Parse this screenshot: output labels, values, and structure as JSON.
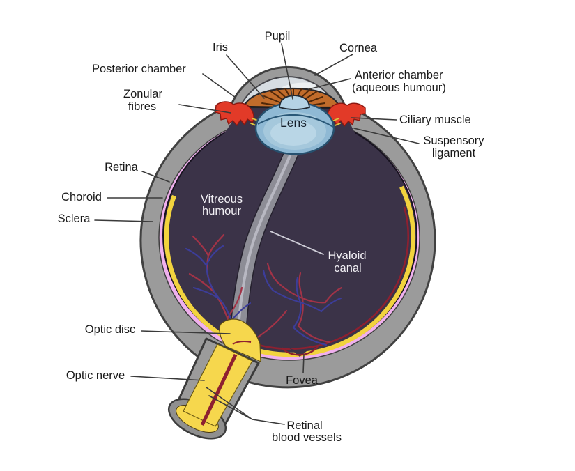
{
  "labels": {
    "pupil": {
      "l1": "Pupil"
    },
    "iris": {
      "l1": "Iris"
    },
    "cornea": {
      "l1": "Cornea"
    },
    "posterior_chamber": {
      "l1": "Posterior chamber"
    },
    "anterior_chamber": {
      "l1": "Anterior chamber",
      "l2": "(aqueous humour)"
    },
    "zonular_fibres": {
      "l1": "Zonular",
      "l2": "fibres"
    },
    "ciliary_muscle": {
      "l1": "Ciliary muscle"
    },
    "suspensory_ligament": {
      "l1": "Suspensory",
      "l2": "ligament"
    },
    "lens": {
      "l1": "Lens"
    },
    "retina": {
      "l1": "Retina"
    },
    "choroid": {
      "l1": "Choroid"
    },
    "sclera": {
      "l1": "Sclera"
    },
    "vitreous_humour": {
      "l1": "Vitreous",
      "l2": "humour"
    },
    "hyaloid_canal": {
      "l1": "Hyaloid",
      "l2": "canal"
    },
    "optic_disc": {
      "l1": "Optic disc"
    },
    "optic_nerve": {
      "l1": "Optic nerve"
    },
    "fovea": {
      "l1": "Fovea"
    },
    "retinal_blood_vessels": {
      "l1": "Retinal",
      "l2": "blood vessels"
    }
  },
  "colors": {
    "background": "#ffffff",
    "sclera": "#9b9b9b",
    "outline": "#414141",
    "vitreous": "#3b3348",
    "choroid": "#f0b0ee",
    "retina": "#f2d33e",
    "iris": "#c16c2b",
    "lens": "#8fb9d4",
    "ciliary": "#e23a28",
    "nerve_yellow": "#f6d74d",
    "central_vessel_red": "#8e2030",
    "vessel_red": "#a23347",
    "vessel_blue": "#3c3d99",
    "anterior_chamber_fill": "#d7dde2",
    "hyaloid_gray": "#8d8d96",
    "label_dark": "#191919",
    "label_light": "#f2f0f5"
  }
}
